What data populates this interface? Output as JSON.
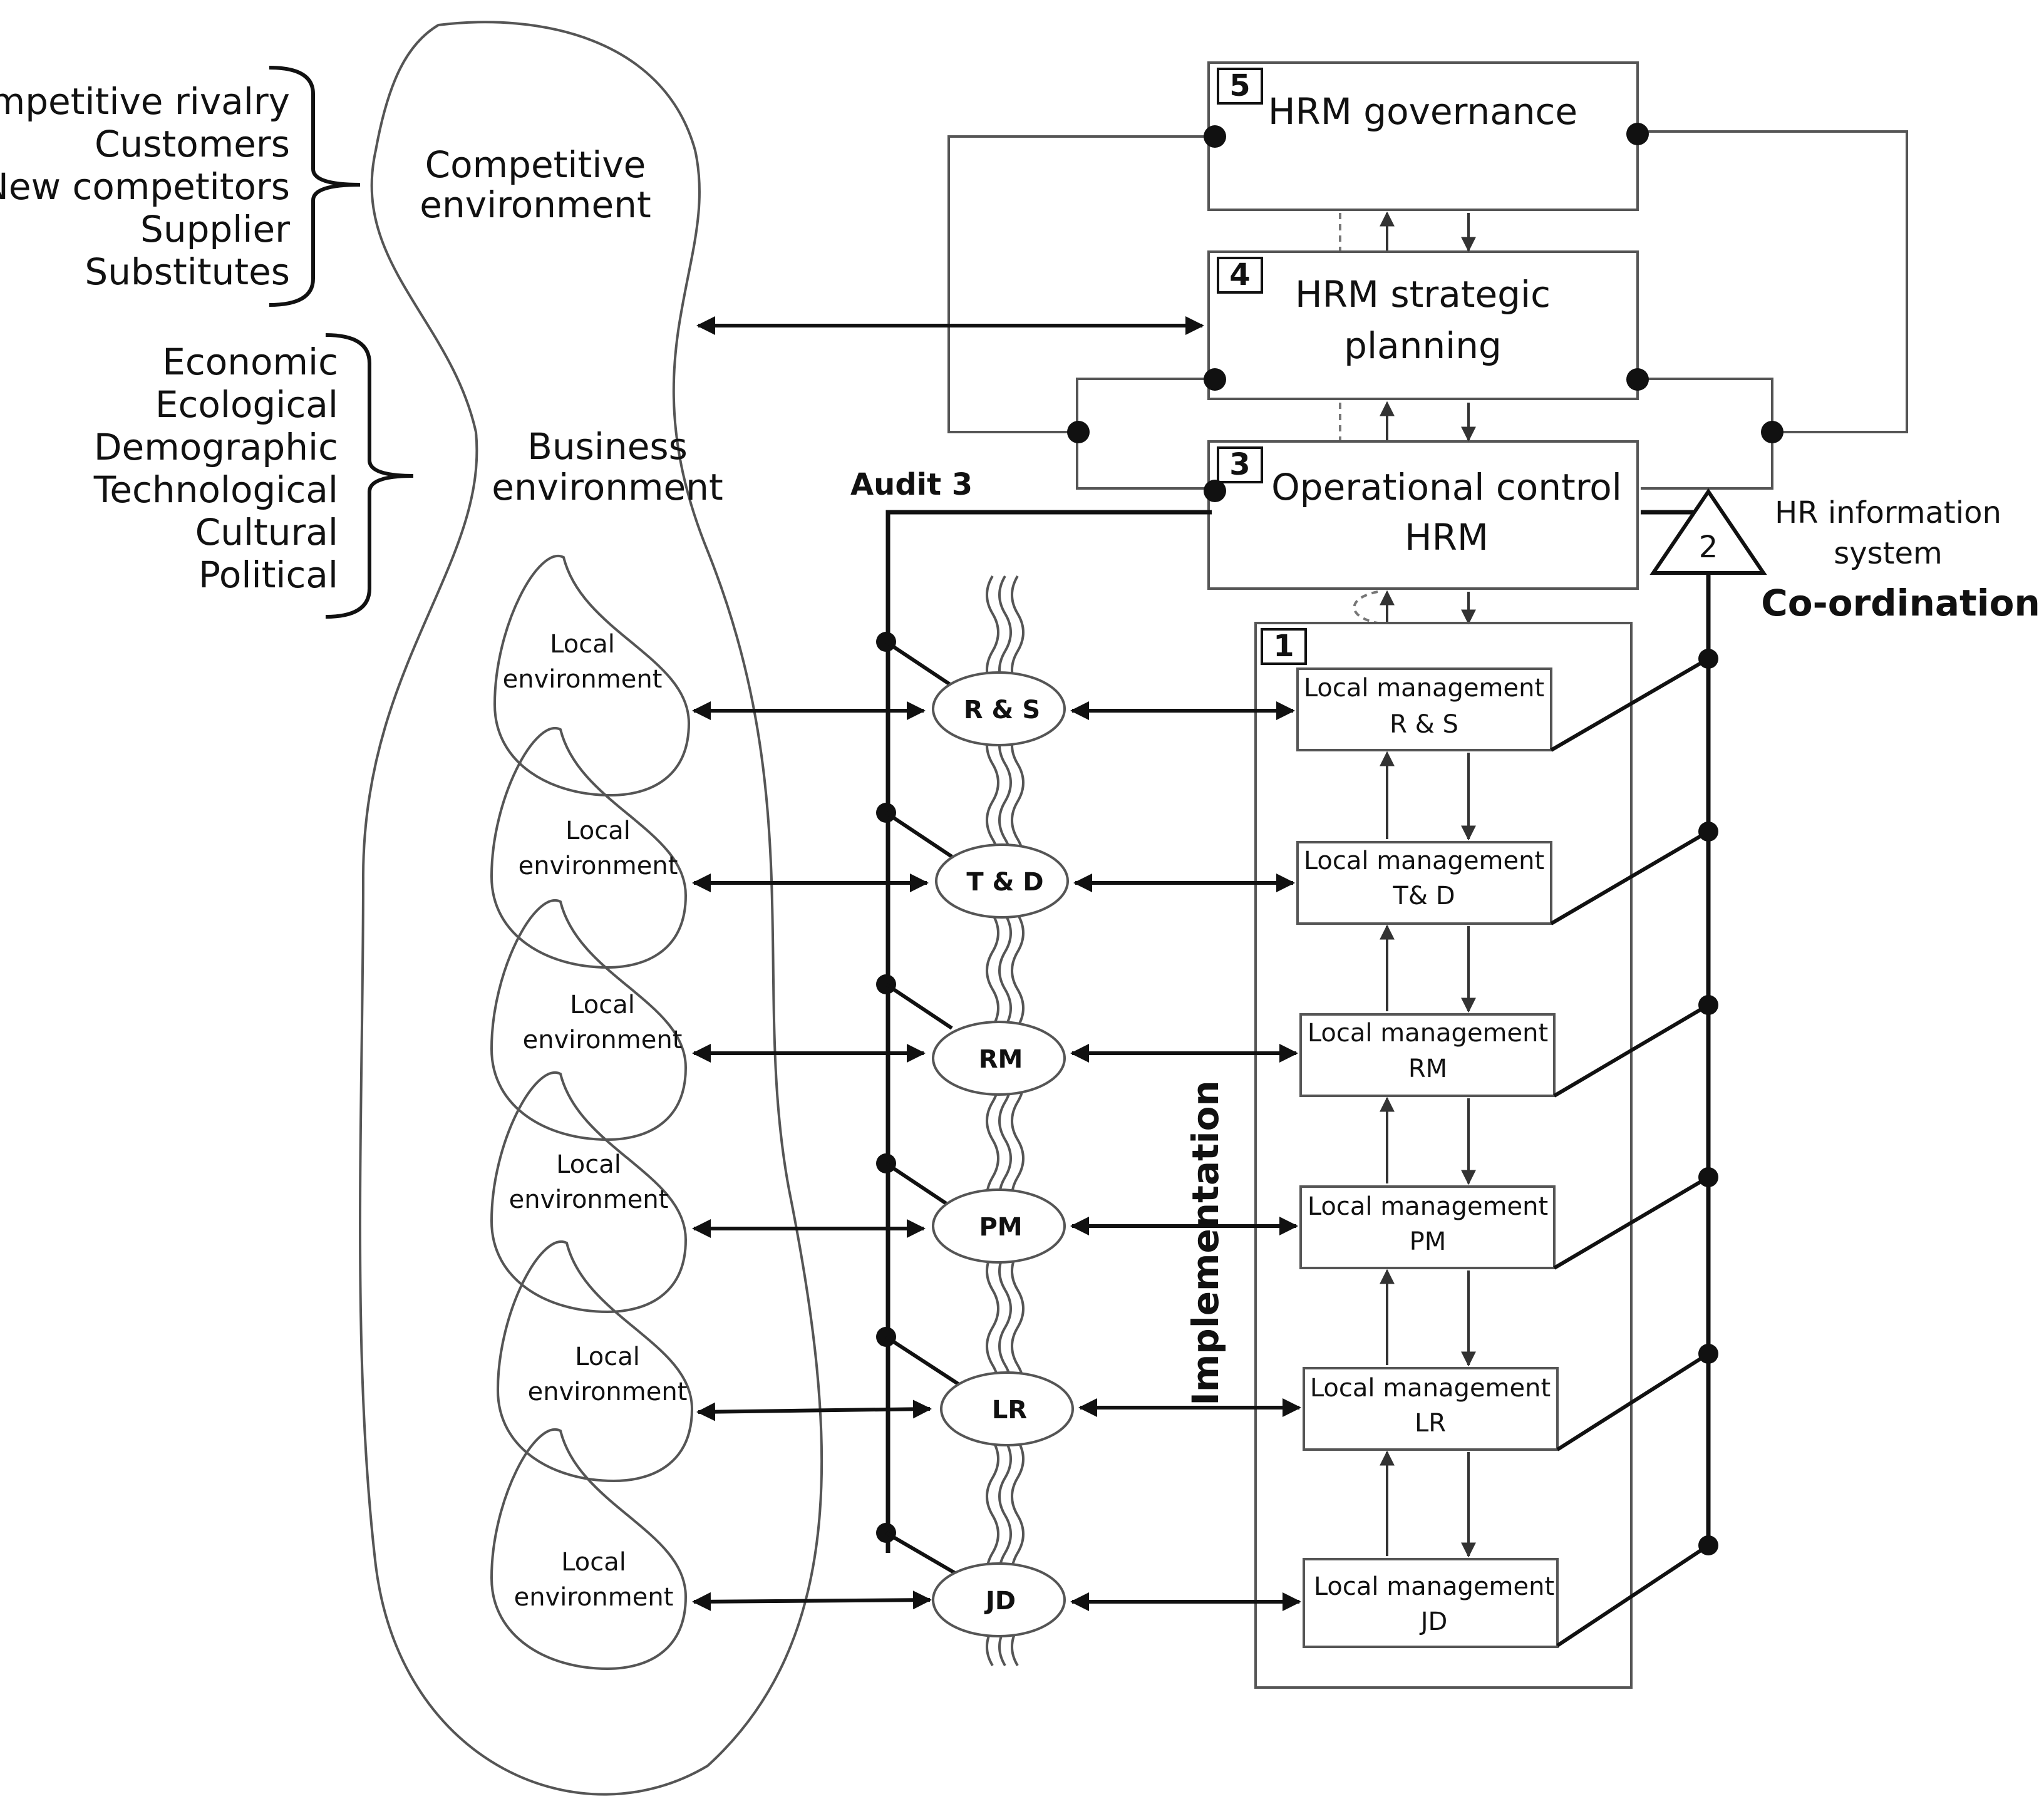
{
  "forces": [
    "Competitive rivalry",
    "Customers",
    "New competitors",
    "Supplier",
    "Substitutes"
  ],
  "factors": [
    "Economic",
    "Ecological",
    "Demographic",
    "Technological",
    "Cultural",
    "Political"
  ],
  "competitive_env": [
    "Competitive",
    "environment"
  ],
  "business_env": [
    "Business",
    "environment"
  ],
  "local_env": [
    "Local",
    "environment"
  ],
  "levels": {
    "l5": {
      "num": "5",
      "title": [
        "HRM governance"
      ]
    },
    "l4": {
      "num": "4",
      "title": [
        "HRM strategic",
        "planning"
      ]
    },
    "l3": {
      "num": "3",
      "title": [
        "Operational control",
        "HRM"
      ]
    },
    "l1": {
      "num": "1"
    }
  },
  "coord": {
    "num": "2",
    "info": [
      "HR information",
      "system"
    ],
    "label": "Co-ordination"
  },
  "audit": "Audit 3",
  "implementation": "Implementation",
  "local_mgmt_label": "Local management",
  "functions": [
    {
      "node": "R & S",
      "box": "R & S"
    },
    {
      "node": "T & D",
      "box": "T& D"
    },
    {
      "node": "RM",
      "box": "RM"
    },
    {
      "node": "PM",
      "box": "PM"
    },
    {
      "node": "LR",
      "box": "LR"
    },
    {
      "node": "JD",
      "box": "JD"
    }
  ]
}
